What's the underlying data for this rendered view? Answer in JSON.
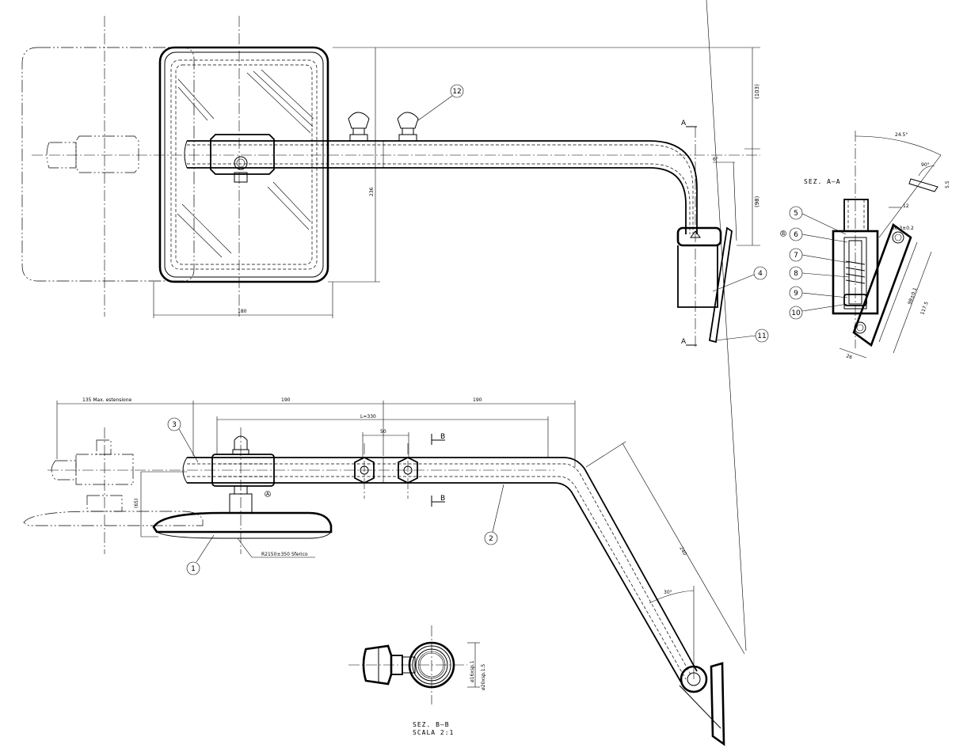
{
  "drawing": {
    "dimensions": {
      "d103": "(103)",
      "d98": "(98)",
      "d236": "236",
      "d180": "180",
      "d6deg": "6°",
      "d135": "135 Max. estensione",
      "d190a": "190",
      "d190b": "190",
      "dL330": "L=330",
      "d50": "50",
      "d65": "(65)",
      "d240": "240",
      "d30deg": "30°",
      "dR2150": "R2150±350 Sferico",
      "d24_5": "24.5°",
      "d90": "90°",
      "d5_5": "5.5",
      "d12": "12",
      "d6_3": "ø6.3±0.2",
      "d98_5": "98±0.1",
      "d117_5": "117.5",
      "d26": "26",
      "d16": "ø16xsp.1",
      "d20": "ø20xsp.1.5"
    },
    "section_labels": {
      "a_top": "A",
      "a_bottom": "A",
      "b_top": "B",
      "b_bottom": "B",
      "sez_aa": "SEZ. A–A",
      "sez_bb_line1": "SEZ. B–B",
      "sez_bb_line2": "SCALA 2:1"
    },
    "balloons": [
      "1",
      "2",
      "3",
      "4",
      "5",
      "6",
      "7",
      "8",
      "9",
      "10",
      "11",
      "12"
    ],
    "marks": {
      "b_symbol": "B",
      "a_symbol": "A"
    }
  }
}
